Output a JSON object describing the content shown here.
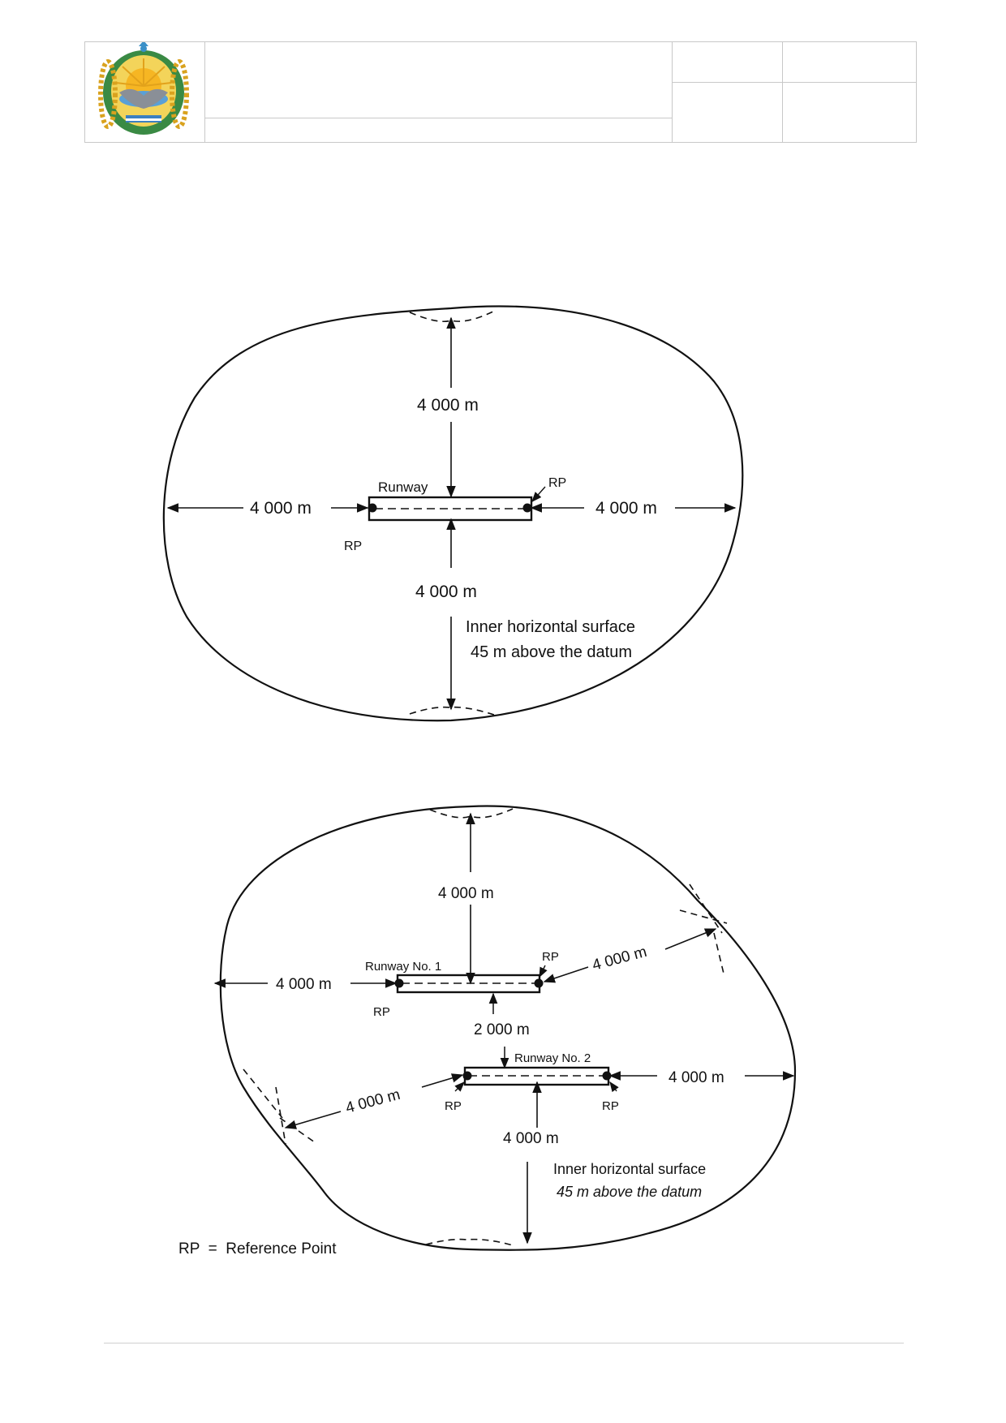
{
  "header": {
    "emblem": "uzbekistan-state-emblem",
    "title_line_1": "",
    "title_line_2": "",
    "cell_top_left": "",
    "cell_top_right": "",
    "cell_bottom_left": "",
    "cell_bottom_right": ""
  },
  "figure_single": {
    "top_distance": "4 000 m",
    "left_distance": "4 000 m",
    "right_distance": "4 000 m",
    "bottom_distance": "4 000 m",
    "runway_label": "Runway",
    "rp_right": "RP",
    "rp_left": "RP",
    "surface_label_line_1": "Inner horizontal surface",
    "surface_label_line_2": "45 m above the datum"
  },
  "figure_dual": {
    "top_distance": "4 000 m",
    "left_distance": "4 000 m",
    "diagonal_upper_distance": "4 000 m",
    "runway_1_label": "Runway No. 1",
    "rp_runway_1_right": "RP",
    "rp_runway_1_left": "RP",
    "runway_spacing": "2 000 m",
    "runway_2_label": "Runway No. 2",
    "right_distance": "4 000 m",
    "diagonal_lower_distance": "4 000 m",
    "rp_runway_2_left": "RP",
    "rp_runway_2_right": "RP",
    "bottom_distance": "4 000 m",
    "surface_label_line_1": "Inner horizontal surface",
    "surface_label_line_2": "45 m above the datum"
  },
  "legend": {
    "text": "RP  =  Reference Point"
  },
  "colors": {
    "ink": "#111111",
    "table_border": "#c8c8c8",
    "emblem_green": "#2e8b3a",
    "emblem_blue": "#3a8fc7",
    "emblem_gold": "#e0a526"
  }
}
